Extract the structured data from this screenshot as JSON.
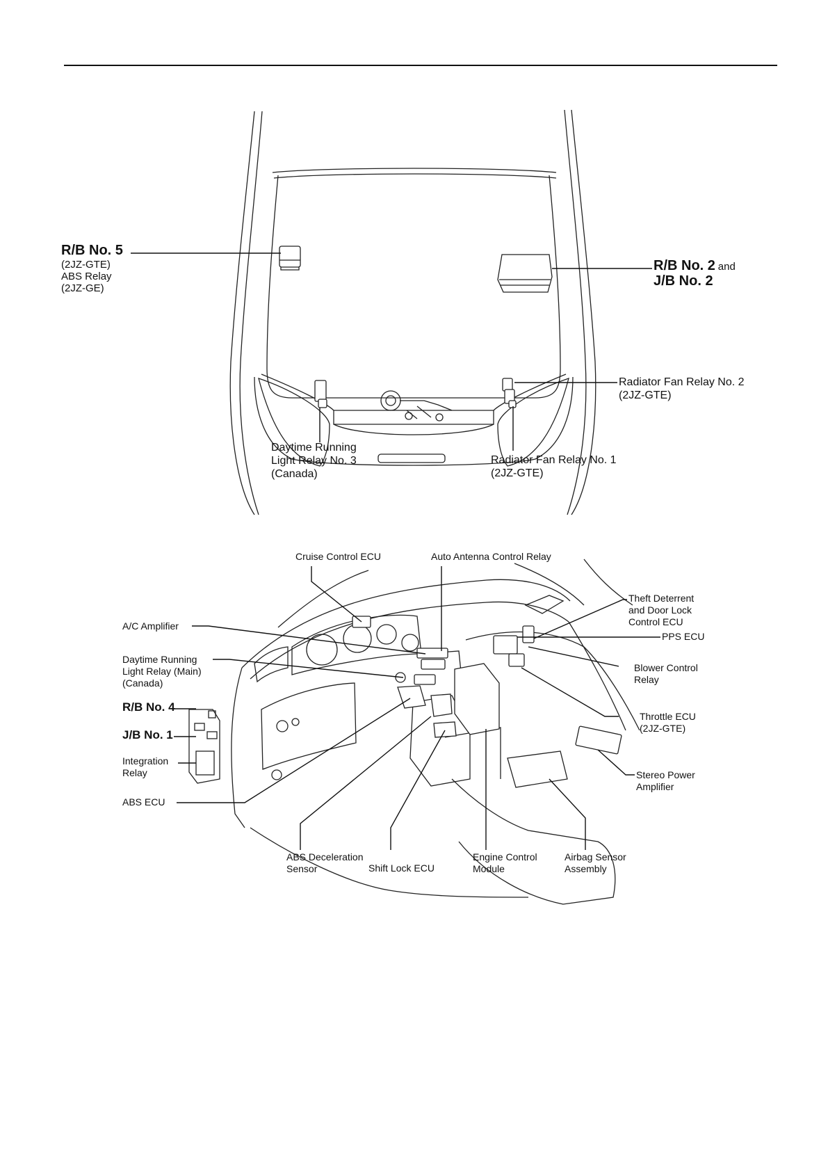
{
  "engine_bay": {
    "rb5": {
      "title": "R/B No. 5",
      "line1": "(2JZ-GTE)",
      "line2": "ABS Relay",
      "line3": "(2JZ-GE)"
    },
    "rb2": {
      "title": "R/B No. 2",
      "and": "and",
      "title2": "J/B No. 2"
    },
    "fan2": {
      "line1": "Radiator Fan Relay No. 2",
      "line2": "(2JZ-GTE)"
    },
    "fan1": {
      "line1": "Radiator Fan Relay No. 1",
      "line2": "(2JZ-GTE)"
    },
    "drl3": {
      "line1": "Daytime Running",
      "line2": "Light Relay No. 3",
      "line3": "(Canada)"
    }
  },
  "dashboard": {
    "cruise": "Cruise Control ECU",
    "antenna": "Auto Antenna Control Relay",
    "theft": {
      "line1": "Theft Deterrent",
      "line2": "and Door Lock",
      "line3": "Control ECU"
    },
    "pps": "PPS ECU",
    "blower": {
      "line1": "Blower Control",
      "line2": "Relay"
    },
    "throttle": {
      "line1": "Throttle ECU",
      "line2": "(2JZ-GTE)"
    },
    "stereo": {
      "line1": "Stereo Power",
      "line2": "Amplifier"
    },
    "airbag": {
      "line1": "Airbag Sensor",
      "line2": "Assembly"
    },
    "ecm": {
      "line1": "Engine Control",
      "line2": "Module"
    },
    "shiftlock": "Shift Lock ECU",
    "abs_decel": {
      "line1": "ABS Deceleration",
      "line2": "Sensor"
    },
    "abs_ecu": "ABS ECU",
    "ac_amp": "A/C Amplifier",
    "drl_main": {
      "line1": "Daytime Running",
      "line2": "Light Relay (Main)",
      "line3": "(Canada)"
    },
    "rb4": "R/B No. 4",
    "jb1": "J/B No. 1",
    "integration": {
      "line1": "Integration",
      "line2": "Relay"
    }
  }
}
